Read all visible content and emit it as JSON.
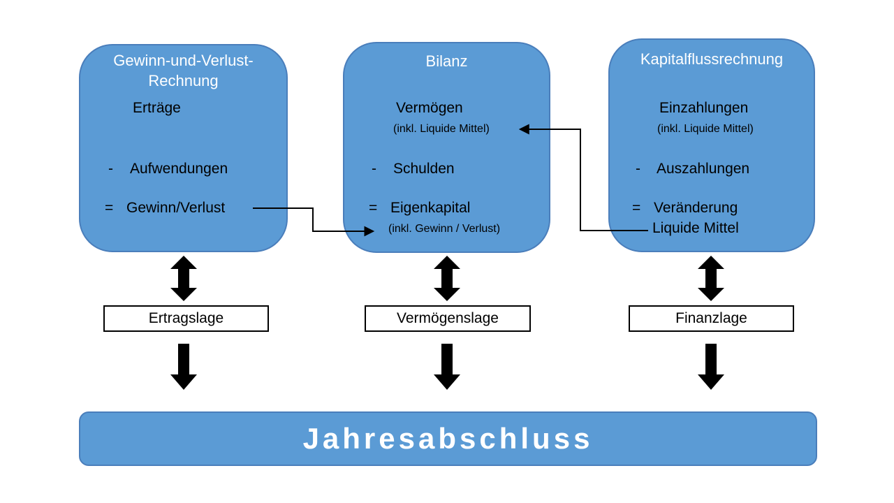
{
  "colors": {
    "box_fill": "#5B9BD5",
    "box_border": "#4A7EBB",
    "connector": "#000000",
    "text_light": "#FFFFFF",
    "text_dark": "#000000"
  },
  "columns": [
    {
      "id": "guv",
      "title_line1": "Gewinn-und-Verlust-",
      "title_line2": "Rechnung",
      "rows": [
        {
          "prefix": "",
          "text": "Erträge"
        },
        {
          "prefix": "-",
          "text": "Aufwendungen"
        },
        {
          "prefix": "=",
          "text": "Gewinn/Verlust"
        }
      ],
      "label": "Ertragslage"
    },
    {
      "id": "bilanz",
      "title_line1": "Bilanz",
      "rows": [
        {
          "prefix": "",
          "text": "Vermögen",
          "sub": "(inkl. Liquide Mittel)"
        },
        {
          "prefix": "-",
          "text": "Schulden"
        },
        {
          "prefix": "=",
          "text": "Eigenkapital",
          "sub": "(inkl. Gewinn / Verlust)"
        }
      ],
      "label": "Vermögenslage"
    },
    {
      "id": "kapitalfluss",
      "title_line1": "Kapitalflussrechnung",
      "rows": [
        {
          "prefix": "",
          "text": "Einzahlungen",
          "sub": "(inkl. Liquide Mittel)"
        },
        {
          "prefix": "-",
          "text": "Auszahlungen"
        },
        {
          "prefix": "=",
          "text": "Veränderung",
          "text_line2": "Liquide Mittel"
        }
      ],
      "label": "Finanzlage"
    }
  ],
  "connectors": [
    {
      "from": "Gewinn/Verlust",
      "to": "Eigenkapital (inkl. Gewinn / Verlust)"
    },
    {
      "from": "Liquide Mittel",
      "to": "Vermögen (inkl. Liquide Mittel)"
    }
  ],
  "footer": {
    "title": "Jahresabschluss"
  }
}
